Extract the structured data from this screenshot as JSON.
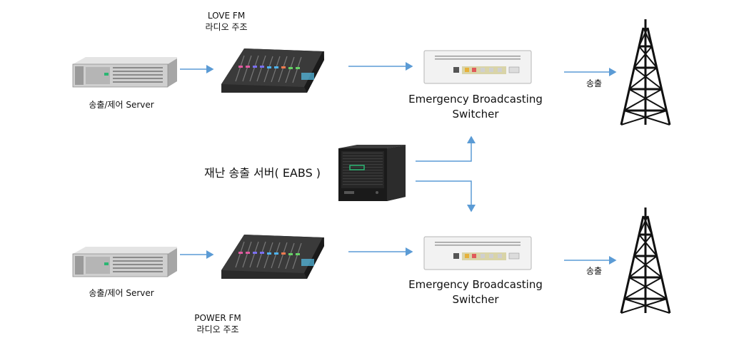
{
  "top_chain": {
    "server_label": "송출/제어 Server",
    "console_label_line1": "LOVE FM",
    "console_label_line2": "라디오 주조",
    "switcher_label_line1": "Emergency Broadcasting",
    "switcher_label_line2": "Switcher",
    "output_label": "송출"
  },
  "bottom_chain": {
    "server_label": "송출/제어 Server",
    "console_label_line1": "POWER FM",
    "console_label_line2": "라디오 주조",
    "switcher_label_line1": "Emergency Broadcasting",
    "switcher_label_line2": "Switcher",
    "output_label": "송출"
  },
  "eabs": {
    "label": "재난 송출 서버( EABS )"
  },
  "colors": {
    "arrow": "#5b9bd5",
    "server_metal": "#c9c9c9",
    "eabs_body": "#1f1f1f",
    "tower": "#111111"
  }
}
